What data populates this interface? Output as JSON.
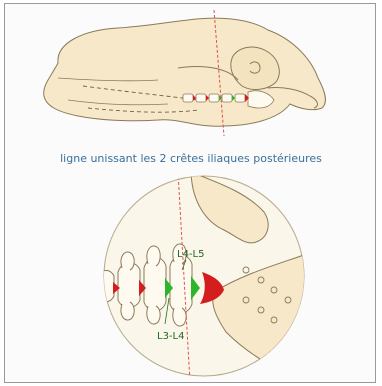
{
  "caption": "ligne unissant les 2 crêtes iliaques postérieures",
  "labels": {
    "upper_level": "L4-L5",
    "lower_level": "L3-L4"
  },
  "colors": {
    "skin": "#f6e8c8",
    "outline": "#8a7a5a",
    "marker_red": "#d41e1e",
    "marker_green": "#2db52d",
    "guide_line": "#e05050",
    "caption_text": "#3a6f9a"
  }
}
